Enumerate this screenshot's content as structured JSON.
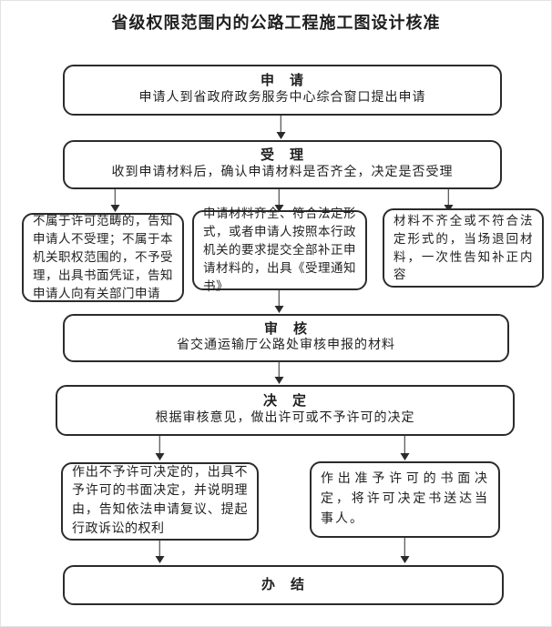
{
  "title": "省级权限范围内的公路工程施工图设计核准",
  "colors": {
    "line": "#2b2b2b",
    "text": "#1f1f1f",
    "background": "#ffffff"
  },
  "nodes": {
    "apply": {
      "title": "申　请",
      "desc": "申请人到省政府政务服务中心综合窗口提出申请"
    },
    "accept": {
      "title": "受　理",
      "desc": "收到申请材料后，确认申请材料是否齐全，决定是否受理"
    },
    "reject_scope": {
      "text": "不属于许可范畴的，告知申请人不受理；不属于本机关职权范围的，不予受理，出具书面凭证，告知申请人向有关部门申请"
    },
    "materials_complete": {
      "text": "申请材料齐全、符合法定形式，或者申请人按照本行政机关的要求提交全部补正申请材料的，出具《受理通知书》"
    },
    "materials_incomplete": {
      "text": "材料不齐全或不符合法定形式的，当场退回材料，一次性告知补正内容"
    },
    "review": {
      "title": "审　核",
      "desc": "省交通运输厅公路处审核申报的材料"
    },
    "decide": {
      "title": "决　定",
      "desc": "根据审核意见，做出许可或不予许可的决定"
    },
    "deny": {
      "text": "作出不予许可决定的，出具不予许可的书面决定，并说明理由，告知依法申请复议、提起行政诉讼的权利"
    },
    "approve": {
      "text": "作出准予许可的书面决定，将许可决定书送达当事人。"
    },
    "finish": {
      "title": "办　结"
    }
  }
}
